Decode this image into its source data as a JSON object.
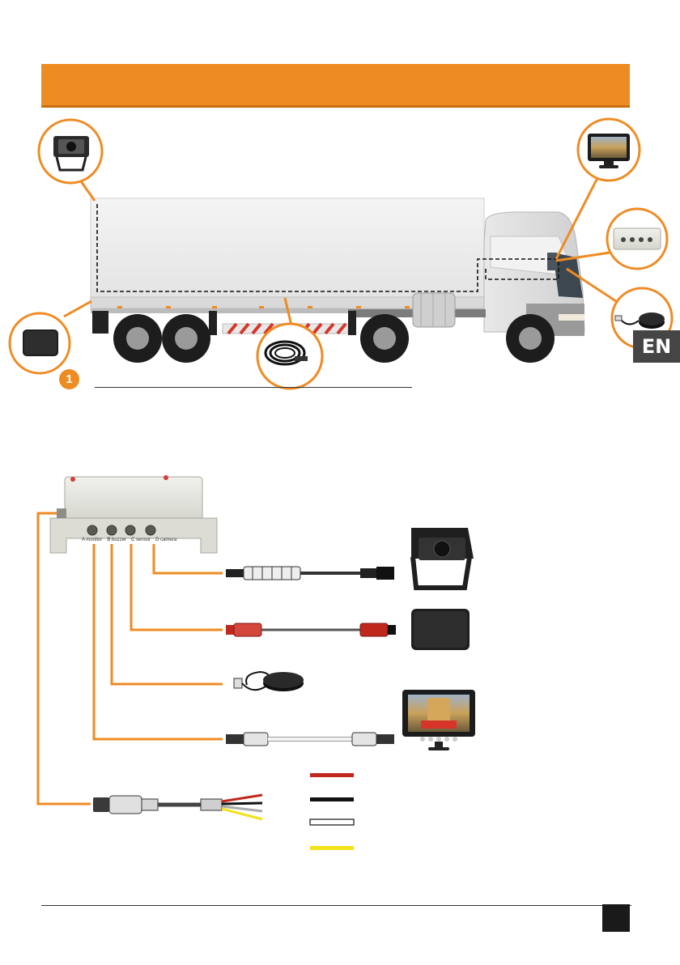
{
  "header": {
    "title": ""
  },
  "language": {
    "code": "EN"
  },
  "step": {
    "number": "1",
    "title": ""
  },
  "control_box": {
    "ports": [
      "A monitor",
      "B buzzer",
      "C sensor",
      "D camera"
    ]
  },
  "legend": [
    {
      "color": "#c0281e",
      "label": ""
    },
    {
      "color": "#111111",
      "label": ""
    },
    {
      "color": "#ffffff",
      "label": ""
    },
    {
      "color": "#f2e21b",
      "label": ""
    }
  ],
  "colors": {
    "accent": "#ef8b23",
    "dark": "#454545"
  },
  "footer": {
    "page": "",
    "text": ""
  }
}
